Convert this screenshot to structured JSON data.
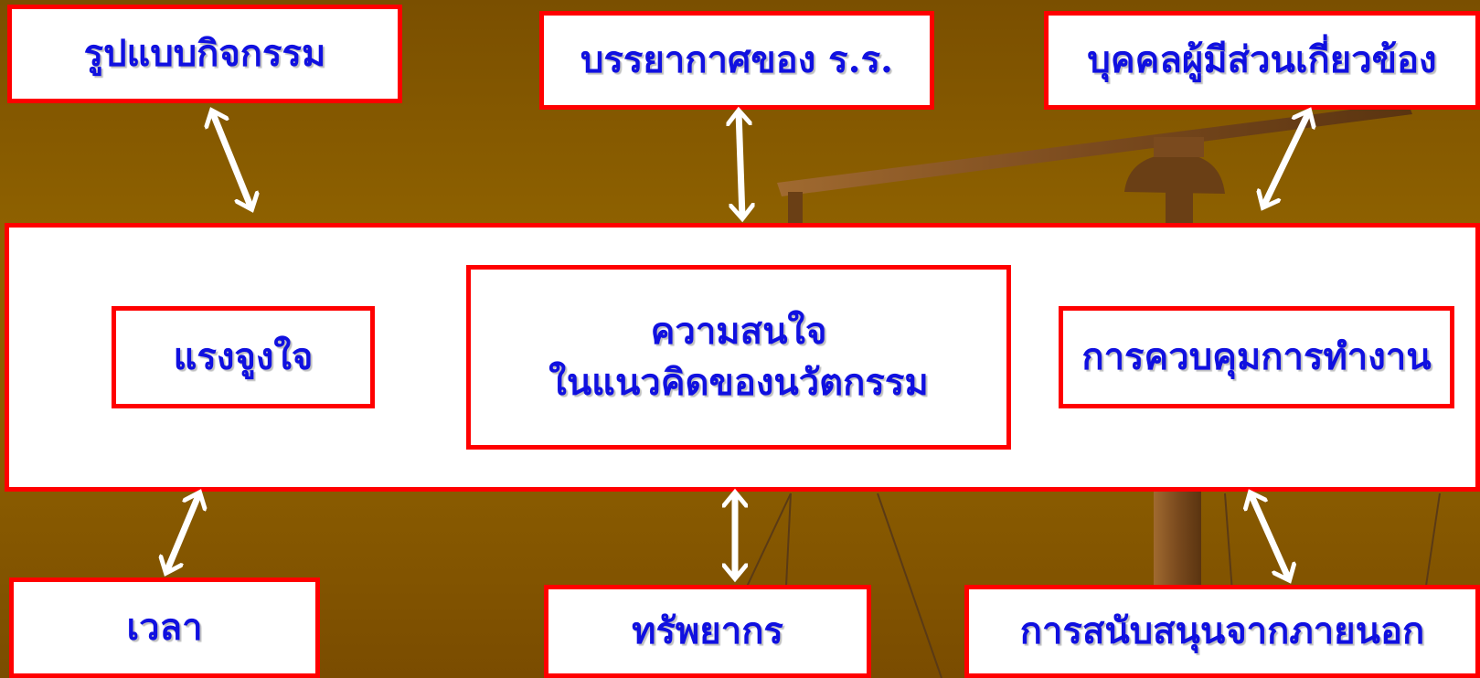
{
  "top_boxes": [
    {
      "label": "รูปแบบกิจกรรม"
    },
    {
      "label": "บรรยากาศของ ร.ร."
    },
    {
      "label": "บุคคลผู้มีส่วนเกี่ยวข้อง"
    }
  ],
  "main_panel": {
    "left_label": "แรงจูงใจ",
    "center_line1": "ความสนใจ",
    "center_line2": "ในแนวคิดของนวัตกรรม",
    "right_label": "การควบคุมการทำงาน"
  },
  "bottom_boxes": [
    {
      "label": "เวลา"
    },
    {
      "label": "ทรัพยากร"
    },
    {
      "label": "การสนับสนุนจากภายนอก"
    }
  ],
  "colors": {
    "box_border": "#ff0000",
    "text": "#1010e0",
    "arrow": "#ffffff",
    "background": "#8a5c00"
  }
}
